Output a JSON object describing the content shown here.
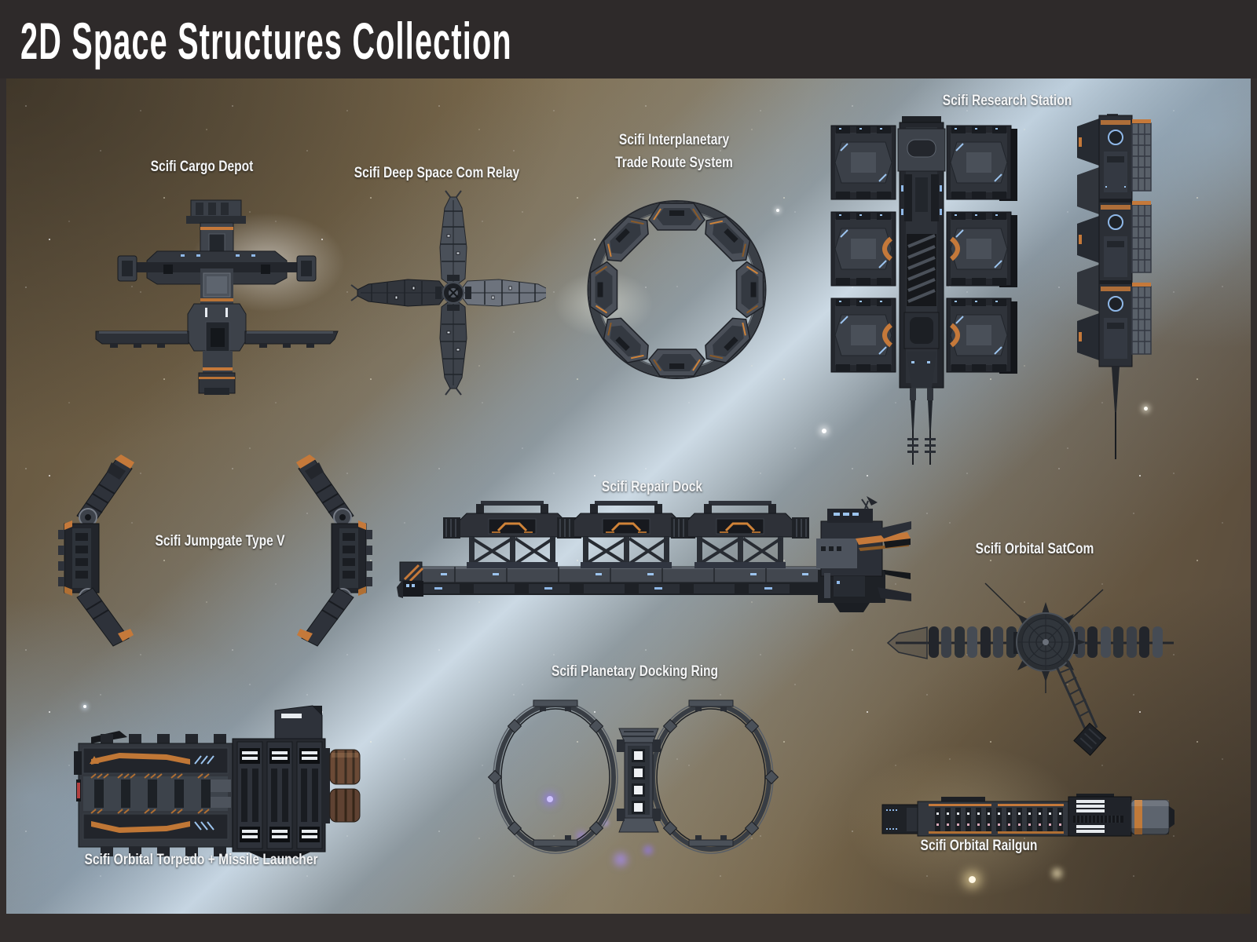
{
  "header": {
    "title": "2D Space Structures Collection"
  },
  "structures": {
    "cargo_depot": {
      "label": "Scifi Cargo Depot"
    },
    "com_relay": {
      "label": "Scifi Deep Space Com Relay"
    },
    "trade_route": {
      "label_line1": "Scifi Interplanetary",
      "label_line2": "Trade Route System"
    },
    "research_station": {
      "label": "Scifi Research Station"
    },
    "jumpgate": {
      "label": "Scifi Jumpgate Type V"
    },
    "repair_dock": {
      "label": "Scifi Repair Dock"
    },
    "satcom": {
      "label": "Scifi Orbital SatCom"
    },
    "docking_ring": {
      "label": "Scifi Planetary Docking Ring"
    },
    "torpedo_launcher": {
      "label": "Scifi Orbital Torpedo + Missile Launcher"
    },
    "railgun": {
      "label": "Scifi Orbital Railgun"
    }
  },
  "colors": {
    "frame_dark": "#2e2a2a",
    "accent_orange": "#c5793a",
    "hull_dark": "#22252b",
    "hull_mid": "#3d424a",
    "hull_light": "#5d646e",
    "glow_blue": "#9cc4ee",
    "nebula_blue_band": "#d8e9f8",
    "nebula_brown": "#7b6a4d",
    "label_text": "#f4f5f6"
  }
}
